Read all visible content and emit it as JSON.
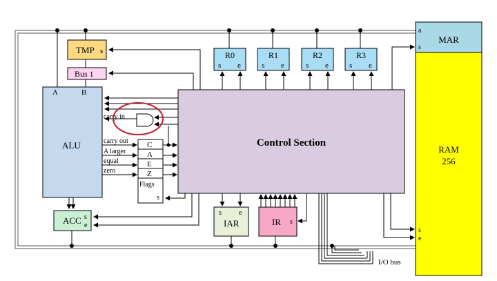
{
  "colors": {
    "register_fill": "#a9dcf5",
    "tmp_fill": "#ffd980",
    "bus1_fill": "#ffd4f0",
    "alu_fill": "#c4d8ee",
    "acc_fill": "#c9efd4",
    "iar_fill": "#e8f0d8",
    "ir_fill": "#f7a8c6",
    "control_fill": "#d9cbe0",
    "mar_fill": "#a9d9e6",
    "ram_fill": "#ffff00",
    "highlight_circle": "#c0202a"
  },
  "tmp": {
    "label": "TMP",
    "set": "s"
  },
  "bus1": {
    "label": "Bus 1"
  },
  "registers": [
    {
      "label": "R0",
      "set": "s",
      "enable": "e"
    },
    {
      "label": "R1",
      "set": "s",
      "enable": "e"
    },
    {
      "label": "R2",
      "set": "s",
      "enable": "e"
    },
    {
      "label": "R3",
      "set": "s",
      "enable": "e"
    }
  ],
  "alu": {
    "label": "ALU",
    "input_a": "A",
    "input_b": "B"
  },
  "alu_outputs": {
    "carry_in": "carry in",
    "carry_out": "carry out",
    "a_larger": "A larger",
    "equal": "equal",
    "zero": "zero"
  },
  "flags": {
    "items": [
      "C",
      "A",
      "E",
      "Z"
    ],
    "label": "Flags",
    "set": "s"
  },
  "acc": {
    "label": "ACC",
    "set": "s",
    "enable": "e"
  },
  "control": {
    "label": "Control Section"
  },
  "iar": {
    "label": "IAR",
    "set": "s",
    "enable": "e"
  },
  "ir": {
    "label": "IR",
    "set": "s"
  },
  "mar": {
    "label": "MAR",
    "address": "a",
    "set": "s"
  },
  "ram": {
    "label": "RAM",
    "size": "256",
    "set": "s",
    "enable": "e"
  },
  "io_bus": {
    "label": "I/O bus"
  }
}
